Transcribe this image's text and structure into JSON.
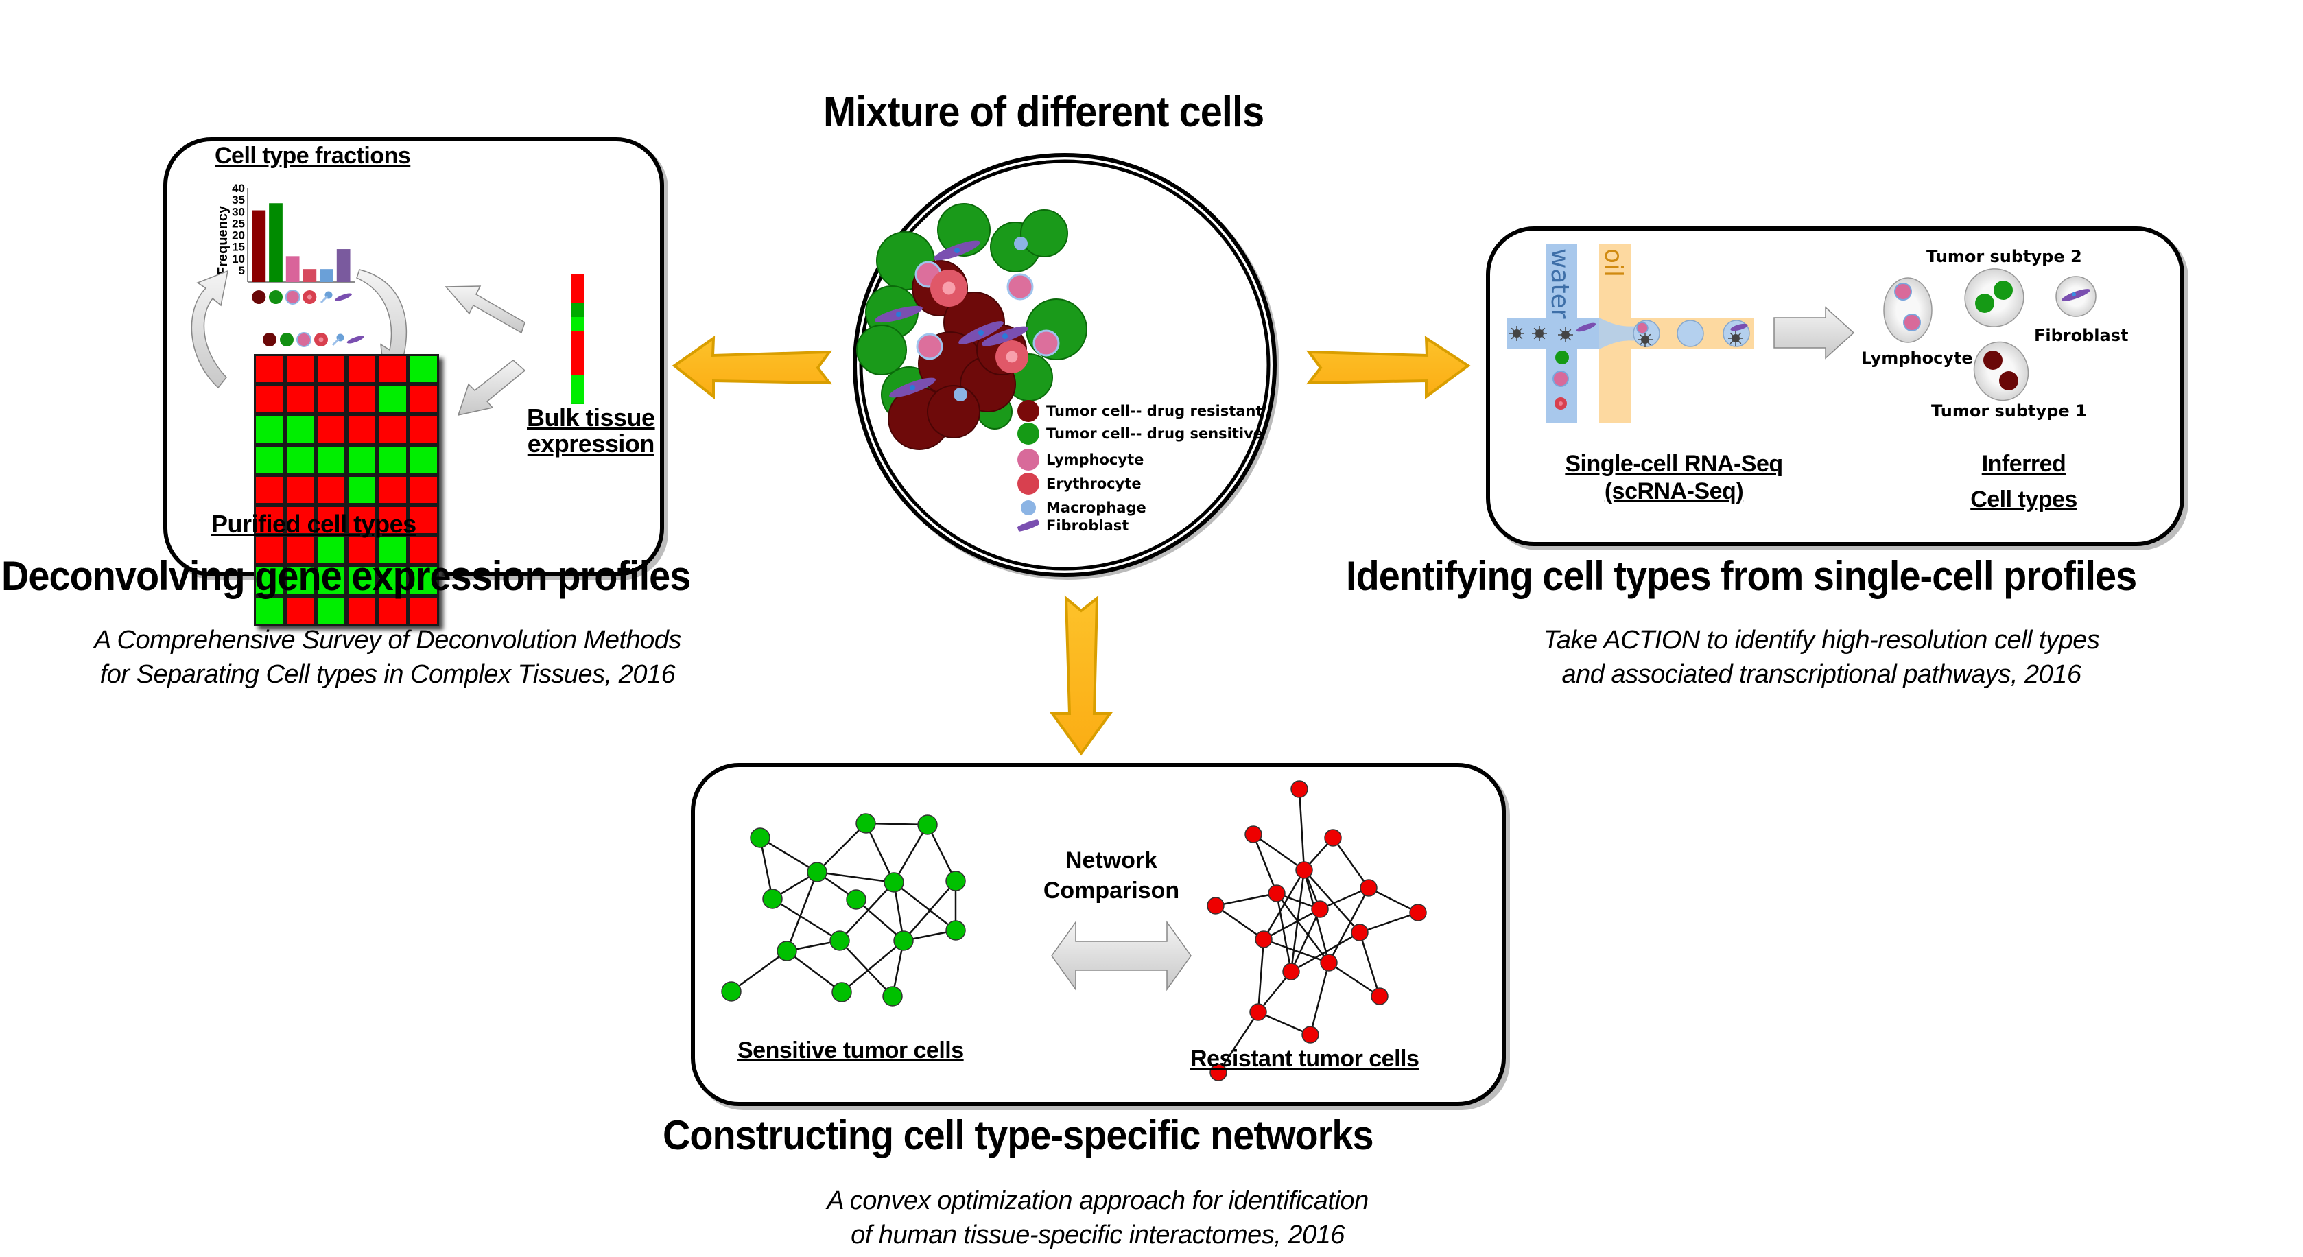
{
  "title": "Mixture of different cells",
  "colors": {
    "arrow_fill": "#fbb416",
    "arrow_stroke": "#d99e00",
    "matrix_red": "#ff0000",
    "matrix_green": "#00ee00",
    "matrix_dark_green": "#00aa00",
    "network_green": "#00c000",
    "network_red": "#ee0000",
    "water": "#a8c8ec",
    "oil": "#fdd9a0",
    "water_text": "#3e6fa8",
    "oil_text": "#d08a10"
  },
  "legend": [
    {
      "label": "Tumor cell-- drug resistant",
      "color": "#7a0a0a",
      "icon": "tumor-resistant-cell-icon"
    },
    {
      "label": "Tumor cell-- drug sensitive",
      "color": "#159a15",
      "icon": "tumor-sensitive-cell-icon"
    },
    {
      "label": "Lymphocyte",
      "color": "#d86a9a",
      "icon": "lymphocyte-icon"
    },
    {
      "label": "Erythrocyte",
      "color": "#d8404f",
      "icon": "erythrocyte-icon"
    },
    {
      "label": "Macrophage",
      "color": "#8cb4e4",
      "icon": "macrophage-icon"
    },
    {
      "label": "Fibroblast",
      "color": "#7a4fb0",
      "icon": "fibroblast-icon"
    }
  ],
  "deconvolution": {
    "heading": "Deconvolving gene expression profiles",
    "citation_line1": "A Comprehensive Survey of Deconvolution Methods",
    "citation_line2": "for Separating Cell types  in Complex Tissues, 2016",
    "fractions_label": "Cell type fractions",
    "purified_label": "Purified cell types",
    "bulk_label_line1": "Bulk tissue",
    "bulk_label_line2": "expression",
    "matrix": [
      [
        "R",
        "R",
        "R",
        "R",
        "R",
        "G"
      ],
      [
        "R",
        "R",
        "R",
        "R",
        "G",
        "R"
      ],
      [
        "G",
        "G",
        "R",
        "R",
        "R",
        "R"
      ],
      [
        "G",
        "G",
        "G",
        "G",
        "G",
        "G"
      ],
      [
        "R",
        "R",
        "R",
        "G",
        "R",
        "R"
      ],
      [
        "R",
        "R",
        "R",
        "R",
        "R",
        "R"
      ],
      [
        "R",
        "R",
        "G",
        "R",
        "G",
        "R"
      ],
      [
        "G",
        "G",
        "G",
        "G",
        "G",
        "G"
      ],
      [
        "G",
        "R",
        "G",
        "R",
        "R",
        "R"
      ]
    ],
    "bulk_vector": [
      "R",
      "R",
      "D",
      "G",
      "R",
      "R",
      "R",
      "G",
      "G"
    ]
  },
  "chart_data": {
    "type": "bar",
    "title": "Cell type fractions",
    "xlabel": "",
    "ylabel": "Frequency",
    "categories": [
      "Tumor cell-- drug resistant",
      "Tumor cell-- drug sensitive",
      "Lymphocyte",
      "Erythrocyte",
      "Macrophage",
      "Fibroblast"
    ],
    "values": [
      30.5,
      33.5,
      11,
      5.5,
      5.5,
      14
    ],
    "colors": [
      "#8b0000",
      "#008b00",
      "#d9649a",
      "#d64a5e",
      "#6aa0d8",
      "#7a5a9e"
    ],
    "ylim": [
      0,
      40
    ],
    "yticks": [
      5,
      10,
      15,
      20,
      25,
      30,
      35,
      40
    ],
    "grid": false
  },
  "single_cell": {
    "heading": "Identifying cell types from single-cell profiles",
    "citation_line1": "Take ACTION to identify high-resolution cell types",
    "citation_line2": "and associated transcriptional pathways, 2016",
    "water_label": "water",
    "oil_label": "oil",
    "method_line1": "Single-cell RNA-Seq",
    "method_line2": "(scRNA-Seq)",
    "inferred_line1": "Inferred",
    "inferred_line2": "Cell types",
    "clusters": [
      {
        "label": "Lymphocyte"
      },
      {
        "label": "Tumor subtype 2"
      },
      {
        "label": "Fibroblast"
      },
      {
        "label": "Tumor subtype 1"
      }
    ]
  },
  "networks": {
    "heading": "Constructing cell type-specific networks",
    "citation_line1": "A convex optimization approach for identification",
    "citation_line2": "of human tissue-specific interactomes, 2016",
    "comparison_line1": "Network",
    "comparison_line2": "Comparison",
    "sensitive_label": "Sensitive tumor cells",
    "resistant_label": "Resistant tumor cells",
    "sensitive_edges": [
      [
        "A",
        "D"
      ],
      [
        "A",
        "G"
      ],
      [
        "B",
        "D"
      ],
      [
        "B",
        "C"
      ],
      [
        "B",
        "E"
      ],
      [
        "C",
        "E"
      ],
      [
        "C",
        "F"
      ],
      [
        "D",
        "E"
      ],
      [
        "D",
        "G"
      ],
      [
        "D",
        "H"
      ],
      [
        "D",
        "L"
      ],
      [
        "G",
        "I"
      ],
      [
        "E",
        "I"
      ],
      [
        "E",
        "J"
      ],
      [
        "E",
        "K"
      ],
      [
        "F",
        "K"
      ],
      [
        "F",
        "J"
      ],
      [
        "H",
        "J"
      ],
      [
        "I",
        "L"
      ],
      [
        "I",
        "O"
      ],
      [
        "L",
        "M"
      ],
      [
        "L",
        "N"
      ],
      [
        "N",
        "J"
      ],
      [
        "J",
        "O"
      ],
      [
        "J",
        "K"
      ]
    ],
    "resistant_edges": [
      [
        "a",
        "d"
      ],
      [
        "b",
        "d"
      ],
      [
        "b",
        "e"
      ],
      [
        "c",
        "d"
      ],
      [
        "c",
        "h"
      ],
      [
        "d",
        "j"
      ],
      [
        "d",
        "m"
      ],
      [
        "d",
        "g"
      ],
      [
        "d",
        "l"
      ],
      [
        "d",
        "k"
      ],
      [
        "e",
        "f"
      ],
      [
        "e",
        "g"
      ],
      [
        "e",
        "m"
      ],
      [
        "e",
        "l"
      ],
      [
        "f",
        "j"
      ],
      [
        "j",
        "g"
      ],
      [
        "j",
        "l"
      ],
      [
        "j",
        "o"
      ],
      [
        "g",
        "m"
      ],
      [
        "g",
        "h"
      ],
      [
        "h",
        "i"
      ],
      [
        "h",
        "l"
      ],
      [
        "k",
        "m"
      ],
      [
        "k",
        "i"
      ],
      [
        "k",
        "n"
      ],
      [
        "l",
        "n"
      ],
      [
        "l",
        "p"
      ],
      [
        "m",
        "o"
      ],
      [
        "o",
        "p"
      ],
      [
        "o",
        "q"
      ]
    ]
  }
}
